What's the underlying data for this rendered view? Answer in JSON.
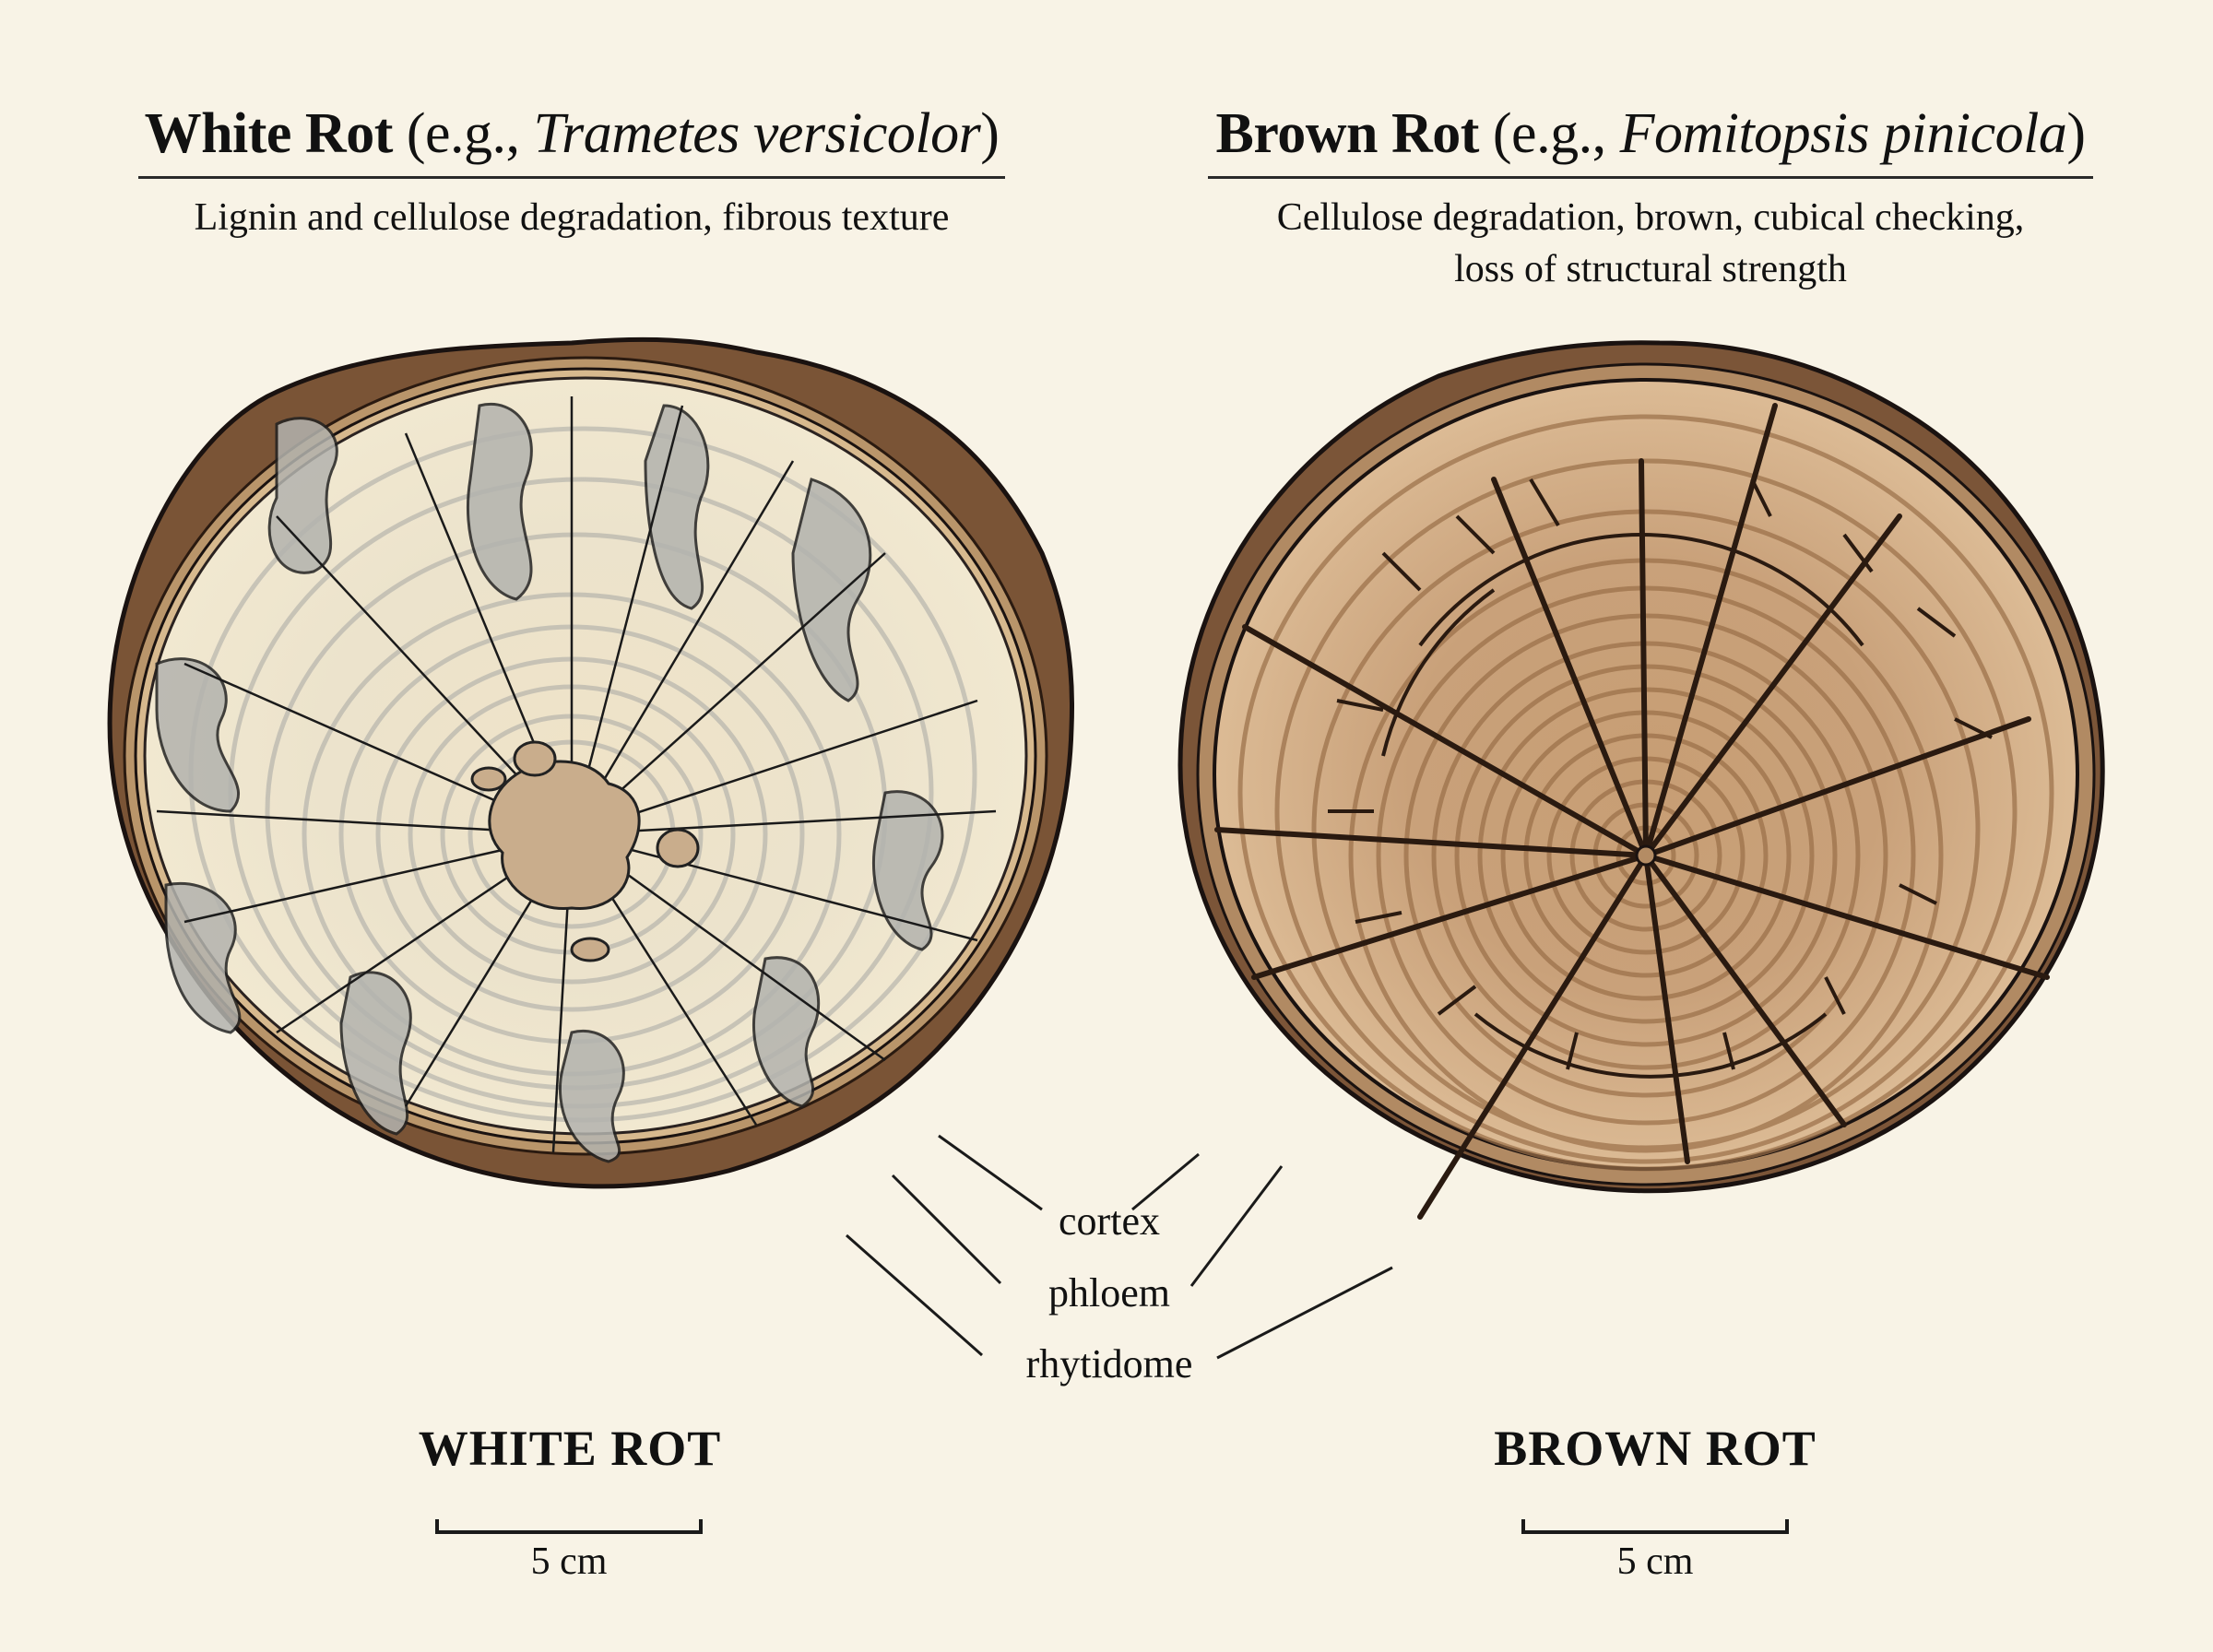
{
  "left_panel": {
    "title_bold": "White Rot",
    "title_paren_open": " (e.g., ",
    "title_species": "Trametes versicolor",
    "title_paren_close": ")",
    "subtitle": "Lignin and cellulose degradation, fibrous texture",
    "label": "WHITE ROT",
    "scale": "5 cm",
    "colors": {
      "wood": "#efe6cc",
      "decay": "#b9b9b4",
      "pith": "#c9ad8c",
      "bark": "#7a5436",
      "cambium": "#b9956a"
    }
  },
  "right_panel": {
    "title_bold": "Brown Rot",
    "title_paren_open": " (e.g., ",
    "title_species": "Fomitopsis pinicola",
    "title_paren_close": ")",
    "subtitle_line1": "Cellulose degradation, brown, cubical checking,",
    "subtitle_line2": "loss of structural strength",
    "label": "BROWN ROT",
    "scale": "5 cm",
    "colors": {
      "wood": "#d7b48c",
      "ring": "#a77b53",
      "crack": "#2a1a10",
      "bark": "#7b5538"
    }
  },
  "annotations": {
    "labels": [
      "cortex",
      "phloem",
      "rhytidome"
    ]
  }
}
